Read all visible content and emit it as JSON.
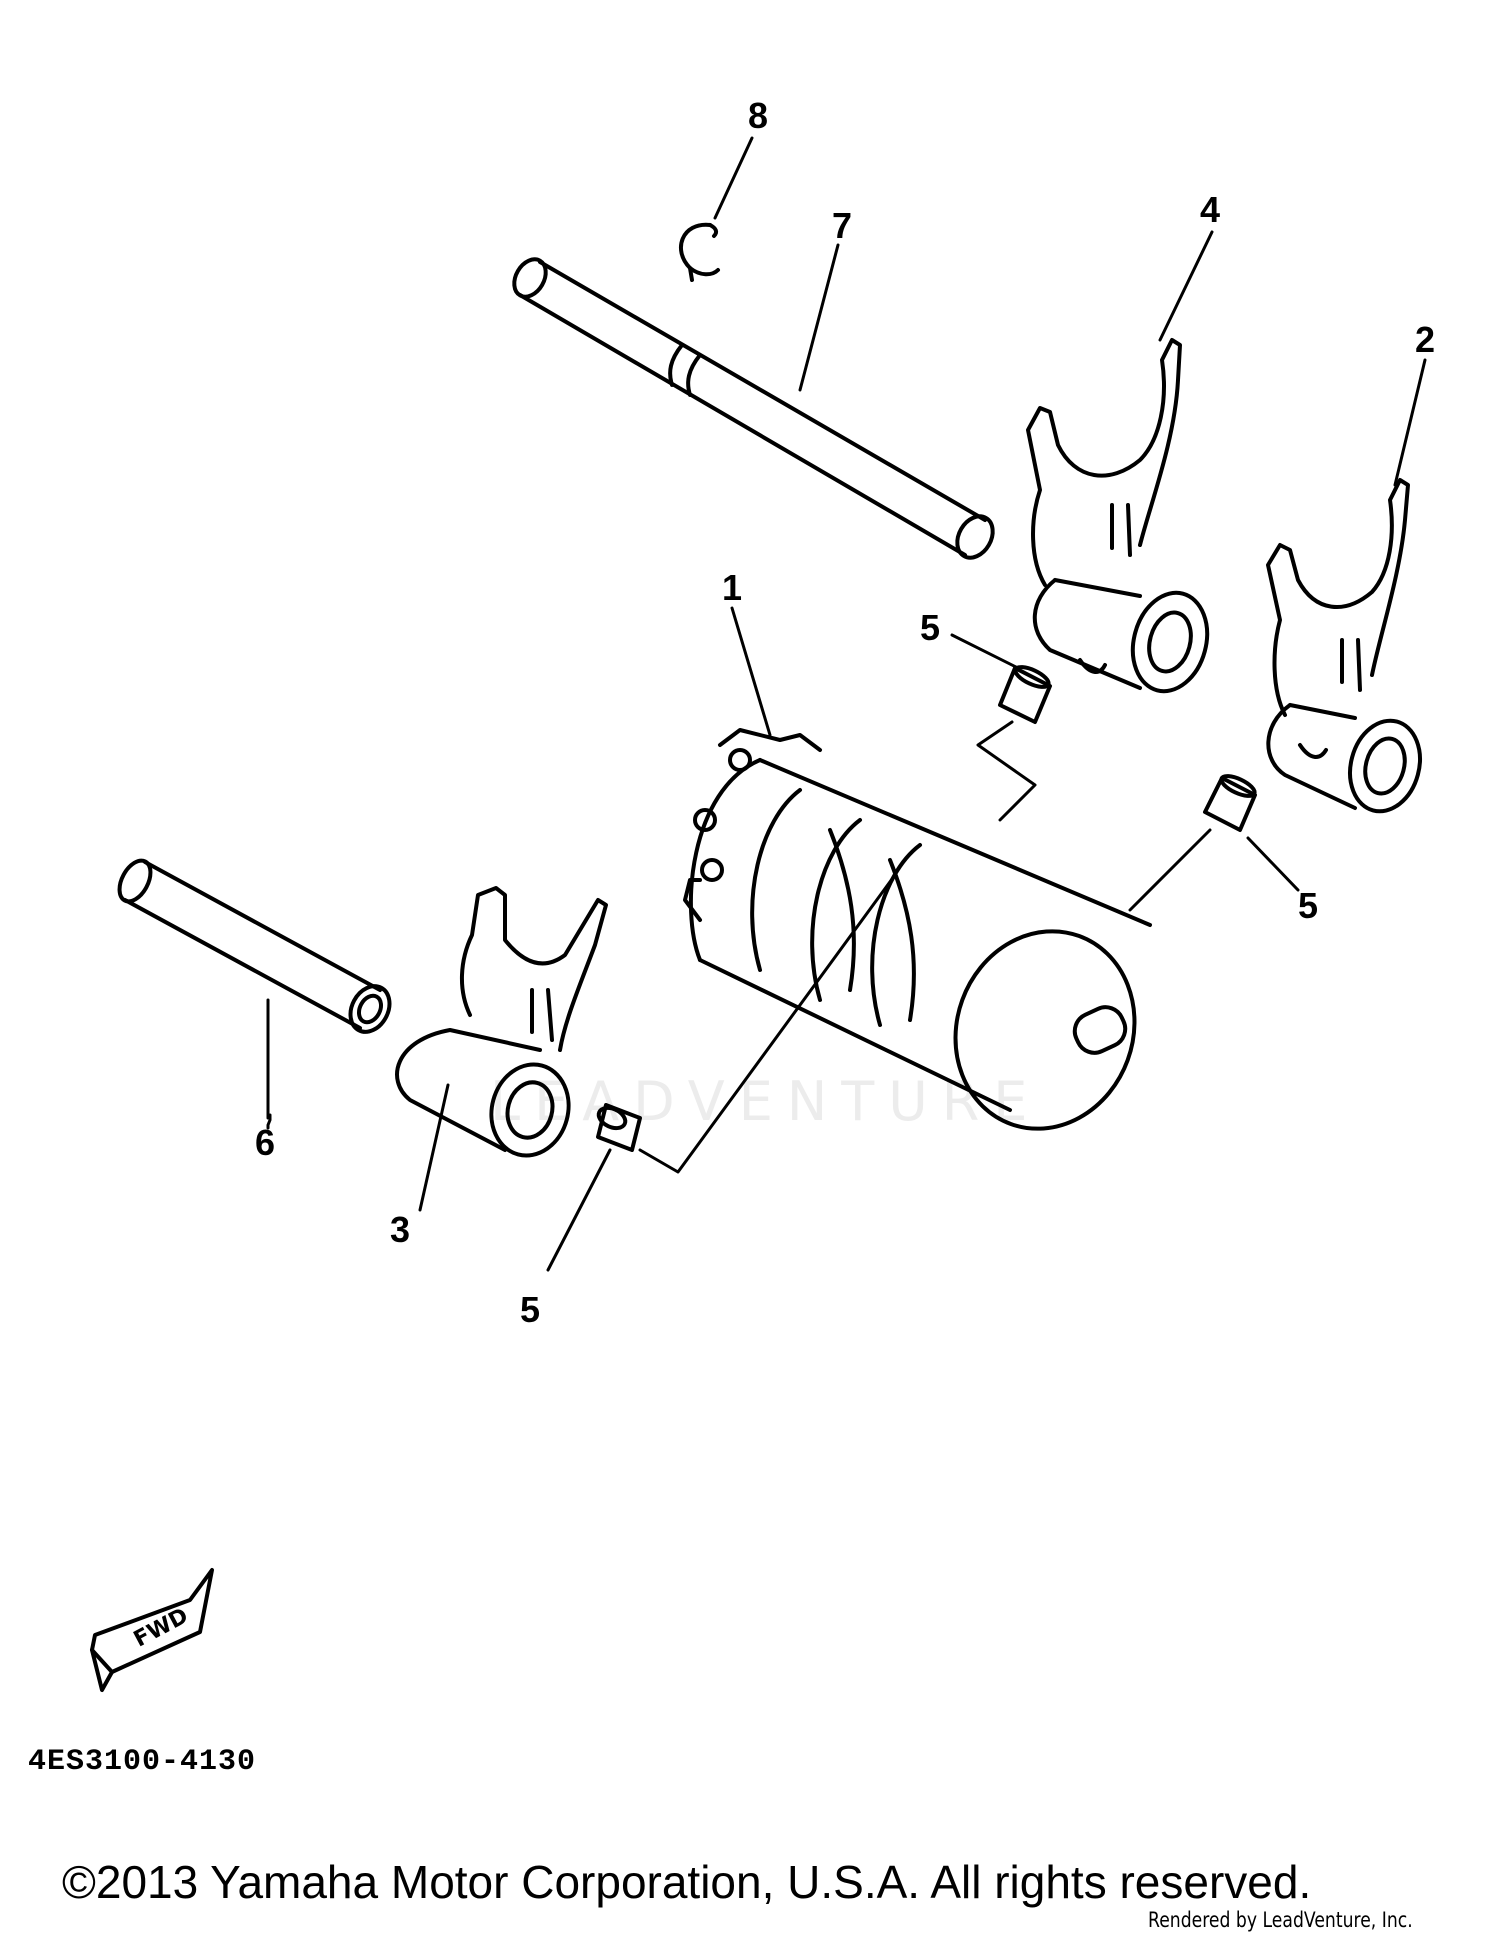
{
  "diagram": {
    "callouts": {
      "c1": "1",
      "c2": "2",
      "c3": "3",
      "c4": "4",
      "c5a": "5",
      "c5b": "5",
      "c5c": "5",
      "c6": "6",
      "c7": "7",
      "c8": "8"
    },
    "fwd_label": "FWD",
    "part_code": "4ES3100-4130",
    "watermark": "LEADVENTURE"
  },
  "footer": {
    "copyright": "©2013 Yamaha Motor Corporation, U.S.A. All rights reserved.",
    "rendered_by": "Rendered by LeadVenture, Inc."
  }
}
